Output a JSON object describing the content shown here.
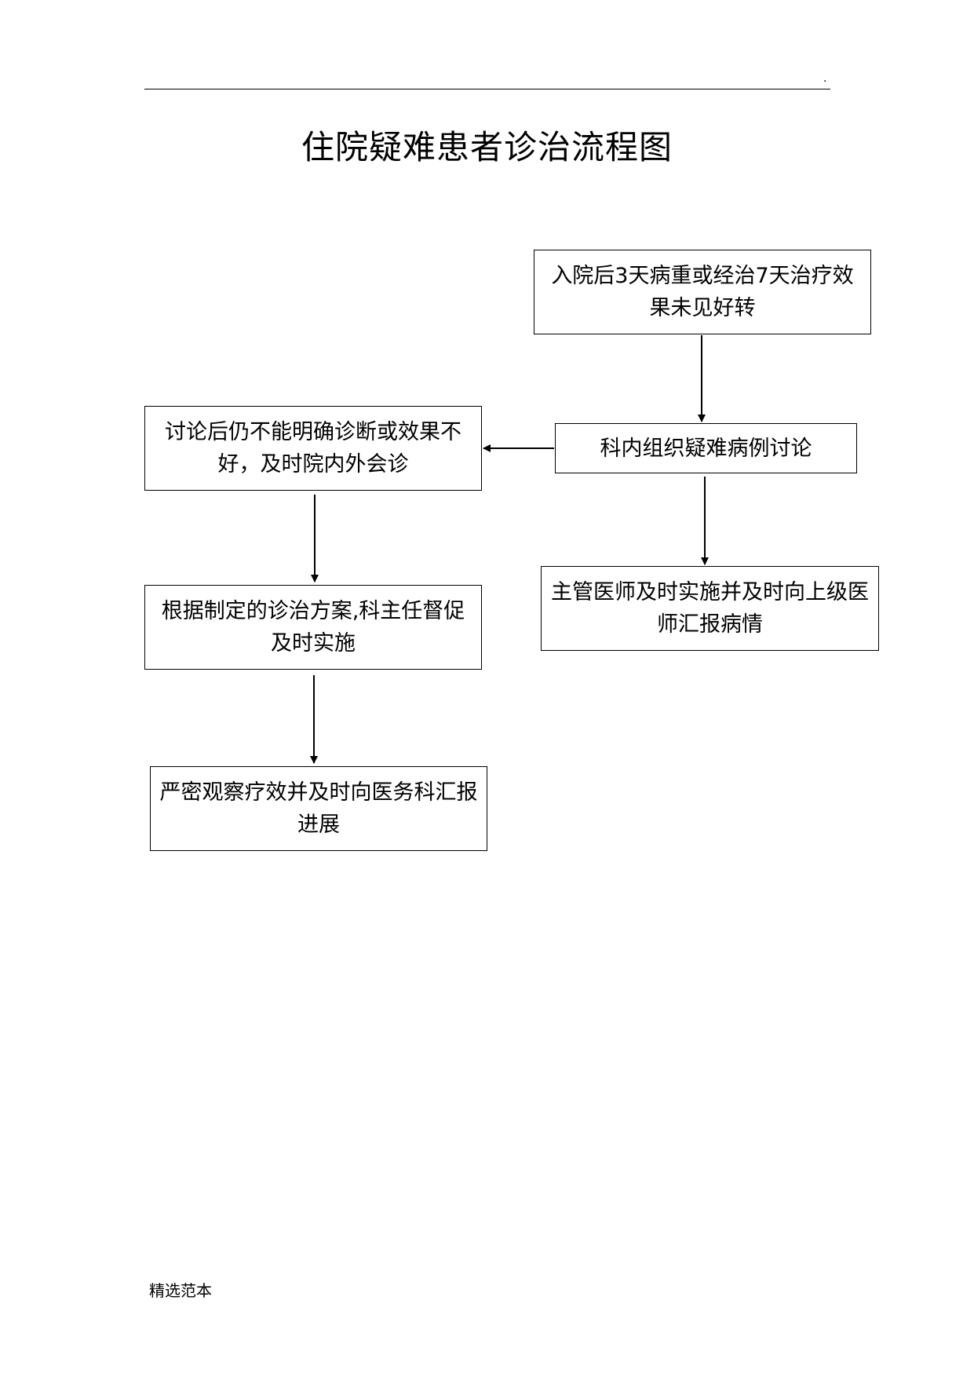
{
  "header": {
    "dot": "."
  },
  "title": "住院疑难患者诊治流程图",
  "flowchart": {
    "nodes": {
      "start": "入院后3天病重或经治7天治疗效果未见好转",
      "discussion": "科内组织疑难病例讨论",
      "consultation": "讨论后仍不能明确诊断或效果不好，及时院内外会诊",
      "report": "主管医师及时实施并及时向上级医师汇报病情",
      "plan": "根据制定的诊治方案,科主任督促及时实施",
      "observe": "严密观察疗效并及时向医务科汇报进展"
    },
    "edges": [
      {
        "from": "start",
        "to": "discussion"
      },
      {
        "from": "discussion",
        "to": "consultation"
      },
      {
        "from": "discussion",
        "to": "report"
      },
      {
        "from": "consultation",
        "to": "plan"
      },
      {
        "from": "plan",
        "to": "observe"
      }
    ]
  },
  "footer": "精选范本"
}
